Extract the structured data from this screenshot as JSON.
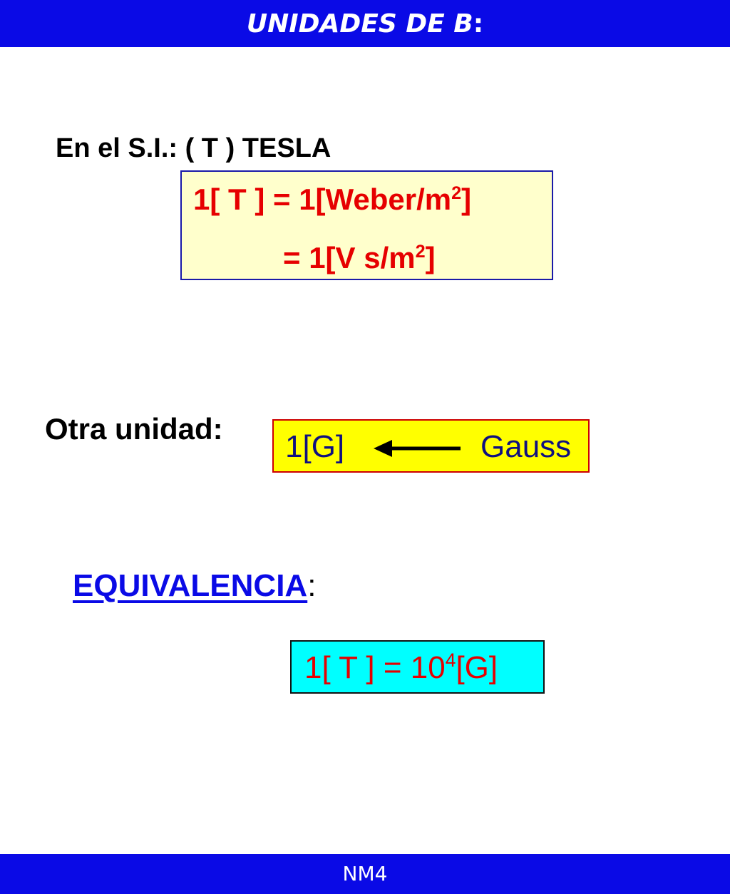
{
  "header": {
    "title": "UNIDADES DE B",
    "colon": ":"
  },
  "si": {
    "label": "En el S.I.:  ( T ) TESLA",
    "line1_prefix": "1[ T ] = 1[Weber/m",
    "line1_exp": "2",
    "line1_suffix": "]",
    "line2_prefix": "= 1[V s/m",
    "line2_exp": "2",
    "line2_suffix": "]"
  },
  "otra": {
    "label": "Otra unidad:",
    "symbol": "1[G]",
    "name": "Gauss",
    "arrow_icon": "left-arrow-icon"
  },
  "equivalencia": {
    "word": "EQUIVALENCIA",
    "colon": ":",
    "prefix": "1[ T ] = 10",
    "exp": "4",
    "suffix": "[G]"
  },
  "footer": {
    "label": "NM4"
  },
  "colors": {
    "bar_blue": "#0a0ae6",
    "red_text": "#e60000",
    "navy_text": "#101080",
    "cream_box": "#ffffcc",
    "yellow_box": "#ffff00",
    "cyan_box": "#00ffff"
  }
}
